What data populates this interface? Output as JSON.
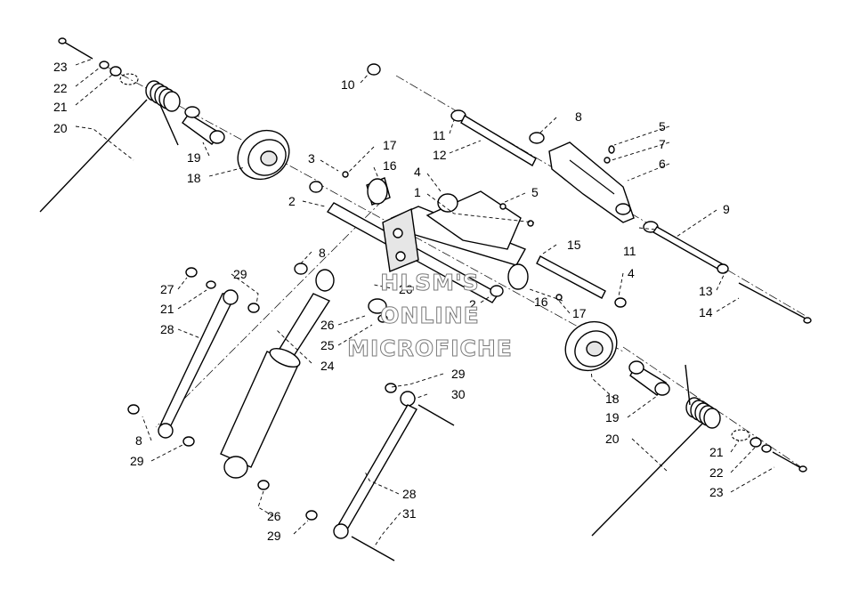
{
  "watermark": {
    "lines": [
      "HLSM'S",
      "ONLINE",
      "MICROFICHE"
    ]
  },
  "callouts": [
    "23",
    "22",
    "21",
    "20",
    "19",
    "18",
    "10",
    "11",
    "12",
    "8",
    "5",
    "7",
    "6",
    "9",
    "3",
    "17",
    "16",
    "2",
    "4",
    "1",
    "5",
    "15",
    "11",
    "13",
    "14",
    "8",
    "27",
    "21",
    "28",
    "29",
    "26",
    "26",
    "25",
    "24",
    "2",
    "16",
    "17",
    "4",
    "29",
    "30",
    "18",
    "19",
    "20",
    "8",
    "29",
    "28",
    "26",
    "29",
    "31",
    "21",
    "22",
    "23"
  ]
}
